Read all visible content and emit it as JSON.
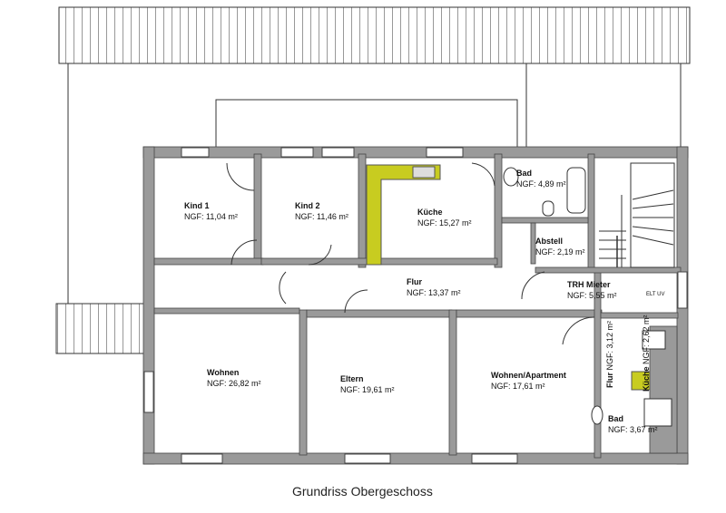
{
  "caption": "Grundriss Obergeschoss",
  "colors": {
    "wall": "#9a9a9a",
    "kitchen": "#c8cc20"
  },
  "rooms": [
    {
      "name": "Kind 1",
      "area": "NGF: 11,04 m²"
    },
    {
      "name": "Kind 2",
      "area": "NGF: 11,46 m²"
    },
    {
      "name": "Küche",
      "area": "NGF: 15,27 m²"
    },
    {
      "name": "Bad",
      "area": "NGF: 4,89 m²"
    },
    {
      "name": "Abstell",
      "area": "NGF: 2,19 m²"
    },
    {
      "name": "Flur",
      "area": "NGF: 13,37 m²"
    },
    {
      "name": "TRH Mieter",
      "area": "NGF: 5,55 m²"
    },
    {
      "name": "Wohnen",
      "area": "NGF: 26,82 m²"
    },
    {
      "name": "Eltern",
      "area": "NGF: 19,61 m²"
    },
    {
      "name": "Wohnen/Apartment",
      "area": "NGF:      17,61 m²"
    },
    {
      "name": "Flur",
      "area": "NGF: 3,12 m²"
    },
    {
      "name": "Küche",
      "area": "NGF: 2,62 m²"
    },
    {
      "name": "Bad",
      "area": "NGF: 3,67 m²"
    }
  ],
  "annotations": {
    "elt": "ELT UV"
  }
}
